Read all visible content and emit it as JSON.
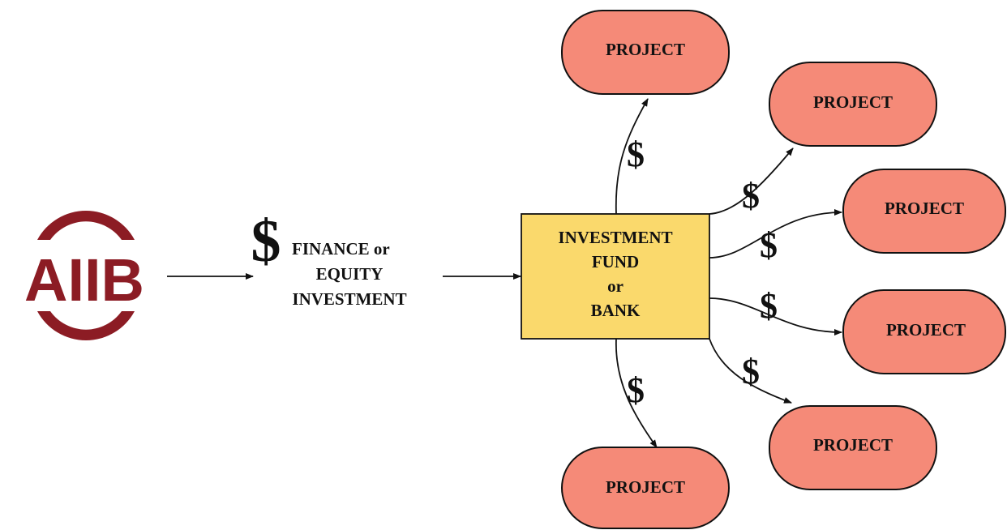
{
  "colors": {
    "logo": "#8c1c24",
    "project_fill": "#f58a78",
    "fund_fill": "#fad96c",
    "stroke": "#111111",
    "text": "#111111"
  },
  "logo": {
    "text": "AIIB"
  },
  "finance_label": {
    "symbol": "$",
    "line1": "FINANCE or",
    "line2": "EQUITY",
    "line3": "INVESTMENT"
  },
  "fund": {
    "line1": "INVESTMENT",
    "line2": "FUND",
    "line3": "or",
    "line4": "BANK"
  },
  "projects": [
    {
      "label": "PROJECT"
    },
    {
      "label": "PROJECT"
    },
    {
      "label": "PROJECT"
    },
    {
      "label": "PROJECT"
    },
    {
      "label": "PROJECT"
    },
    {
      "label": "PROJECT"
    }
  ],
  "flow_symbol": "$"
}
